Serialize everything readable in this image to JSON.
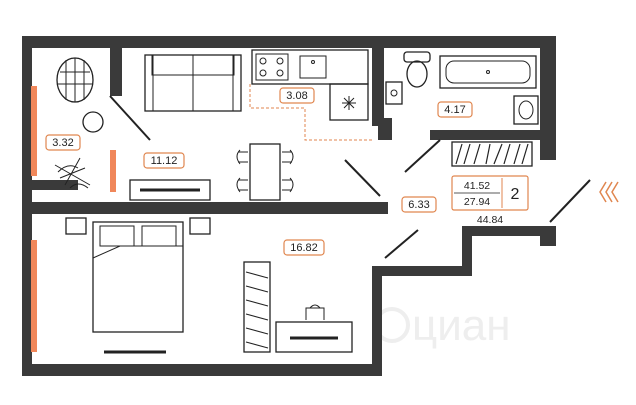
{
  "rooms": [
    {
      "id": "wardrobe",
      "area": "3.32"
    },
    {
      "id": "living",
      "area": "11.12"
    },
    {
      "id": "kitchen",
      "area": "3.08"
    },
    {
      "id": "bathroom",
      "area": "4.17"
    },
    {
      "id": "hall",
      "area": "6.33"
    },
    {
      "id": "bedroom",
      "area": "16.82"
    }
  ],
  "summary": {
    "living_area": "41.52",
    "total_living": "27.94",
    "total_area": "44.84",
    "rooms_count": "2"
  },
  "watermark": "циан",
  "colors": {
    "wall": "#3a3a3a",
    "accent": "#e0864f",
    "window": "#f0875a"
  },
  "icons": [
    "entrance-arrow-icon",
    "snowflake-icon"
  ]
}
